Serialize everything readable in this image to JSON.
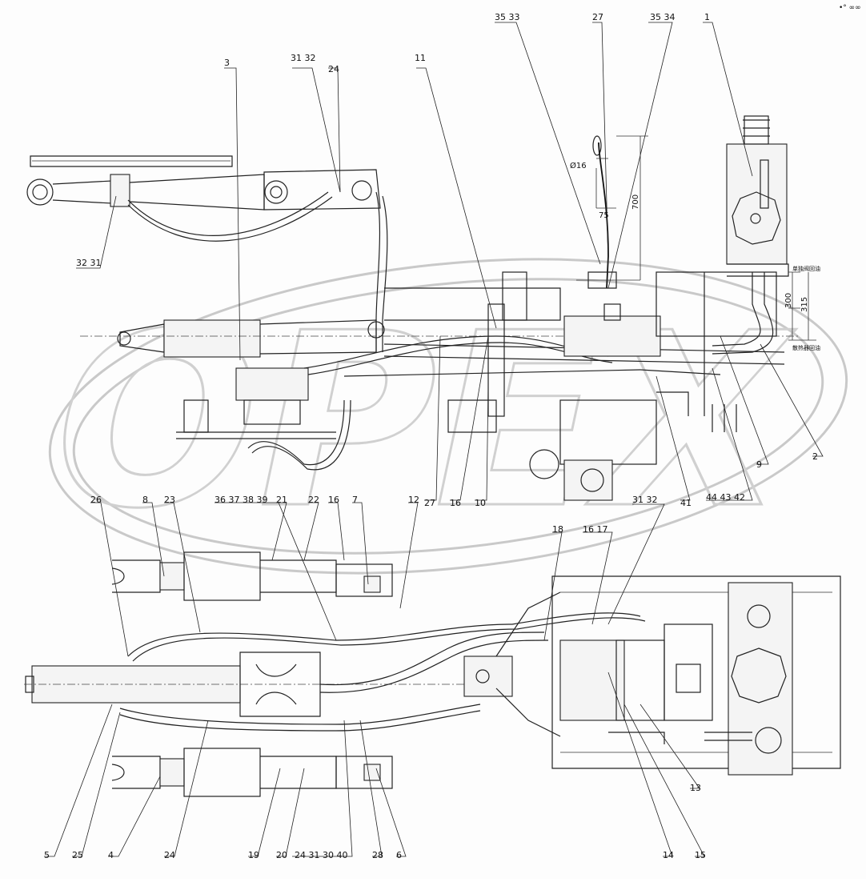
{
  "corner_mark": "•° ∞∞",
  "watermark": "OPEX",
  "top_labels": [
    {
      "text": "3"
    },
    {
      "text": "31 32"
    },
    {
      "text": "24"
    },
    {
      "text": "11"
    },
    {
      "text": "35 33"
    },
    {
      "text": "27"
    },
    {
      "text": "35 34"
    },
    {
      "text": "1"
    },
    {
      "text": "32 31"
    }
  ],
  "mid_labels": [
    {
      "text": "27"
    },
    {
      "text": "16"
    },
    {
      "text": "10"
    },
    {
      "text": "41"
    },
    {
      "text": "44 43 42"
    },
    {
      "text": "9"
    },
    {
      "text": "2"
    }
  ],
  "bottom_top_labels": [
    {
      "text": "26"
    },
    {
      "text": "8"
    },
    {
      "text": "23"
    },
    {
      "text": "36 37 38 39"
    },
    {
      "text": "21"
    },
    {
      "text": "22"
    },
    {
      "text": "16"
    },
    {
      "text": "7"
    },
    {
      "text": "12"
    },
    {
      "text": "18"
    },
    {
      "text": "16 17"
    },
    {
      "text": "31 32"
    }
  ],
  "bottom_labels": [
    {
      "text": "5"
    },
    {
      "text": "25"
    },
    {
      "text": "4"
    },
    {
      "text": "24"
    },
    {
      "text": "19"
    },
    {
      "text": "20"
    },
    {
      "text": "24 31 30 40"
    },
    {
      "text": "28"
    },
    {
      "text": "6"
    },
    {
      "text": "13"
    },
    {
      "text": "14"
    },
    {
      "text": "15"
    }
  ],
  "dimensions": {
    "d1": "Ø16",
    "d2": "75",
    "d3": "700",
    "d4": "300",
    "d5": "315"
  },
  "notes": {
    "n1": "单独阀回油",
    "n2": "散热器回油"
  }
}
